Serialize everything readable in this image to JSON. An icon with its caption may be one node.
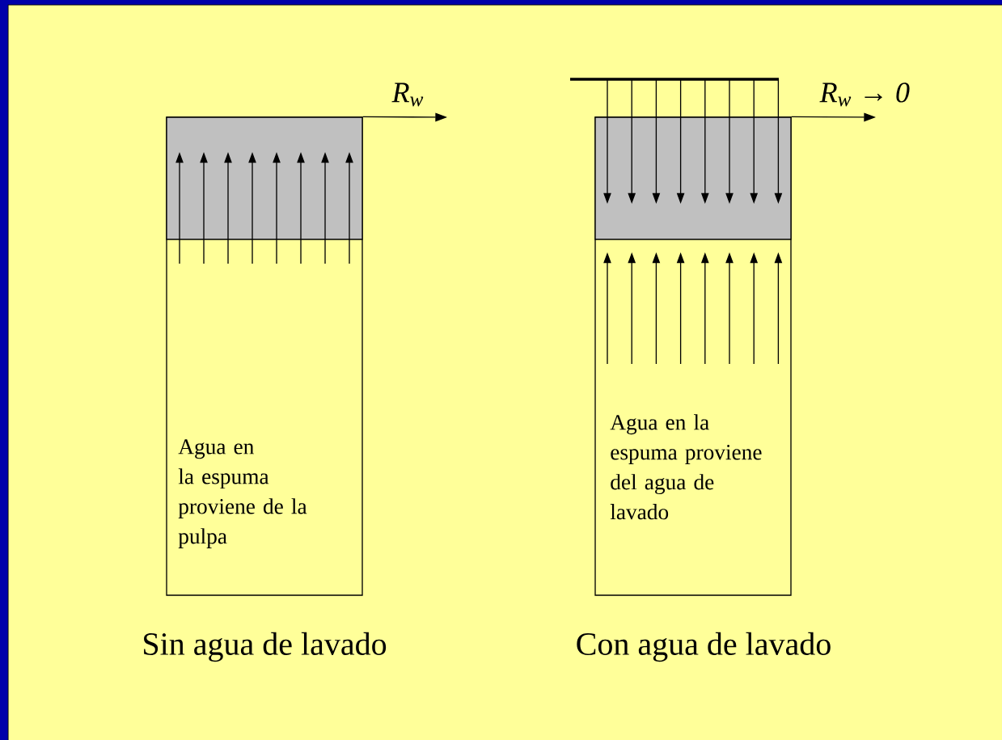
{
  "diagram": {
    "nodes": [
      {
        "text": [
          "Agua en la espuma proviene de la pulpa"
        ],
        "beside": [
          "Sin agua de lavado"
        ]
      },
      {
        "text": [],
        "shape": "box",
        "in": 0
      },
      {
        "text": [
          "Agua en la espuma proviene del agua de lavado"
        ],
        "beside": [
          "Con agua de lavado"
        ]
      },
      {
        "text": [],
        "shape": "box",
        "in": 2
      }
    ],
    "edges": [
      {
        "from": 1,
        "to": null,
        "arrow": "to",
        "label": "R$_{w}$"
      },
      {
        "from": 3,
        "to": null,
        "arrow": "to",
        "label": "R$_{w}$ → 0"
      }
    ]
  }
}
